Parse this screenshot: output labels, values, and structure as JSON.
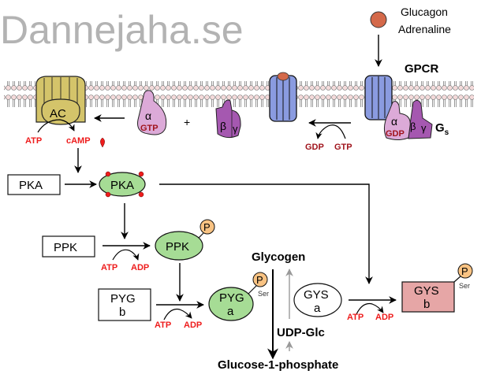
{
  "watermark": "Dannejaha.se",
  "ligand": {
    "line1": "Glucagon",
    "line2": "Adrenaline",
    "color": "#d4694a"
  },
  "receptor_label": "GPCR",
  "g_protein": {
    "label": "G",
    "subscript": "s",
    "alpha": "α",
    "beta": "β",
    "gamma": "γ",
    "bound_gdp": "GDP",
    "bound_gtp": "GTP"
  },
  "exchange": {
    "released": "GDP",
    "taken_up": "GTP"
  },
  "plus_sign": "+",
  "adenylyl_cyclase": {
    "label": "AC",
    "substrate": "ATP",
    "product": "cAMP"
  },
  "pka": {
    "inactive": "PKA",
    "active": "PKA"
  },
  "ppk": {
    "inactive": "PPK",
    "active": "PPK",
    "phosphate": "P",
    "cofactor_in": "ATP",
    "cofactor_out": "ADP"
  },
  "pyg": {
    "inactive_line1": "PYG",
    "inactive_line2": "b",
    "active_line1": "PYG",
    "active_line2": "a",
    "phosphate": "P",
    "residue": "Ser",
    "cofactor_in": "ATP",
    "cofactor_out": "ADP"
  },
  "gys": {
    "active_line1": "GYS",
    "active_line2": "a",
    "inactive_line1": "GYS",
    "inactive_line2": "b",
    "phosphate": "P",
    "residue": "Ser",
    "cofactor_in": "ATP",
    "cofactor_out": "ADP"
  },
  "metabolites": {
    "glycogen": "Glycogen",
    "udp_glc": "UDP-Glc",
    "g1p": "Glucose-1-phosphate"
  },
  "colors": {
    "active_enzyme": "#a6dc95",
    "phosphate": "#f9c383",
    "gys_b": "#e6a6a6",
    "receptor": "#8a9be0",
    "ac": "#d4c46a",
    "g_alpha": "#dcaad8",
    "g_betagamma": "#a558b0",
    "lipid_head": "#f4dada",
    "cofactor_red": "#ee1c1c",
    "nucleotide_darkred": "#a0141c"
  }
}
